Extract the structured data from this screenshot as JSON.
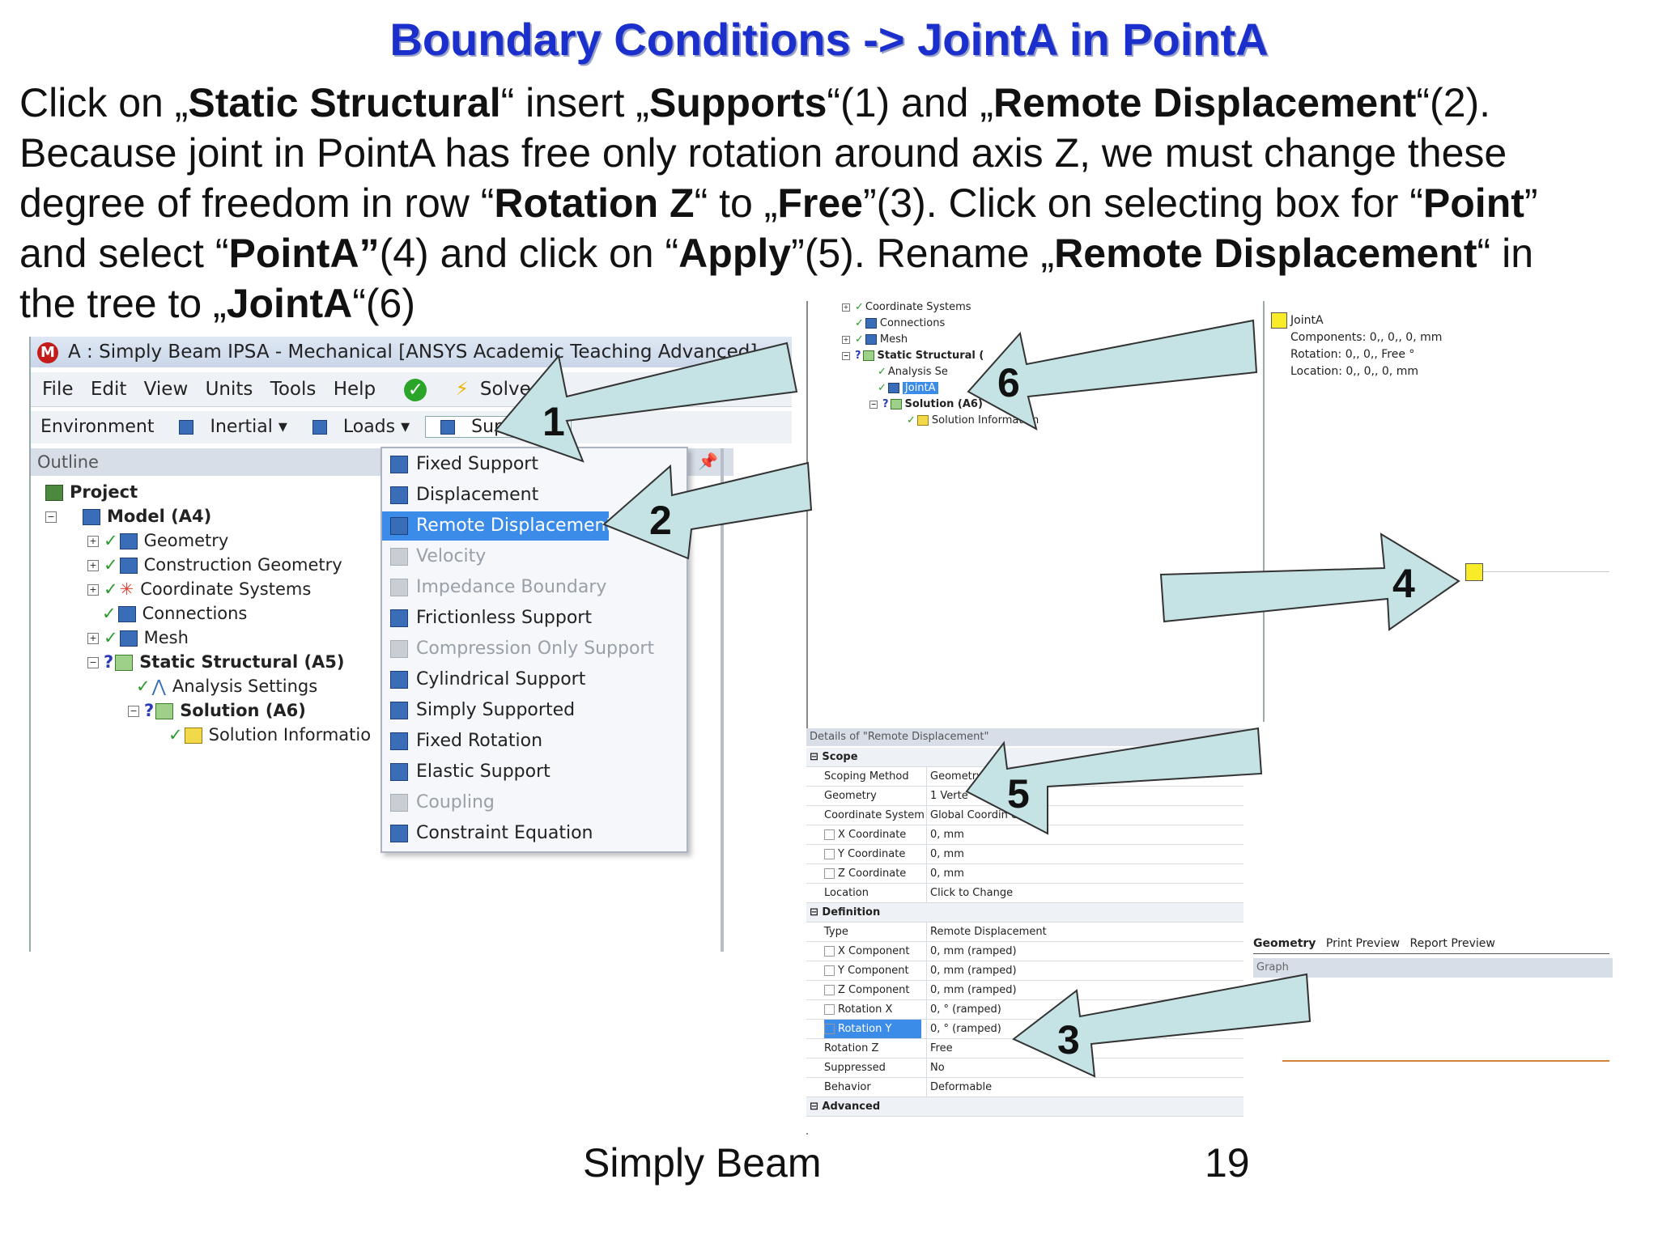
{
  "slide": {
    "title": "Boundary Conditions -> JointA in PointA",
    "footer": "Simply Beam",
    "page_number": "19"
  },
  "instructions": {
    "p1a": "Click on „",
    "p1b": "Static Structural",
    "p1c": "“ insert „",
    "p1d": "Supports",
    "p1e": "“(1) and „",
    "p1f": "Remote Displacement",
    "p1g": "“(2).",
    "p2": "Because joint in PointA has free only rotation around axis Z, we must change these",
    "p3a": "degree of freedom in row “",
    "p3b": "Rotation Z",
    "p3c": "“ to „",
    "p3d": "Free",
    "p3e": "”(3). Click on selecting box for “",
    "p3f": "Point",
    "p3g": "”",
    "p4a": "and select “",
    "p4b": "PointA”",
    "p4c": "(4) and click on “",
    "p4d": "Apply",
    "p4e": "”(5). Rename „",
    "p4f": "Remote  Displacement",
    "p4g": "“ in",
    "p5a": "the tree to „",
    "p5b": "JointA",
    "p5c": "“(6)"
  },
  "window": {
    "title": "A : Simply Beam IPSA - Mechanical [ANSYS Academic Teaching Advanced]",
    "menu": [
      "File",
      "Edit",
      "View",
      "Units",
      "Tools",
      "Help"
    ],
    "solve_label": "Solve",
    "context": [
      "Environment",
      "Inertial",
      "Loads",
      "Supports"
    ],
    "outline_label": "Outline"
  },
  "tree": {
    "project": "Project",
    "model": "Model (A4)",
    "geometry": "Geometry",
    "construction_geometry": "Construction Geometry",
    "coordinate_systems": "Coordinate Systems",
    "connections": "Connections",
    "mesh": "Mesh",
    "static_structural": "Static Structural (A5)",
    "analysis_settings": "Analysis Settings",
    "solution": "Solution (A6)",
    "solution_information": "Solution Informatio"
  },
  "supports_menu": [
    {
      "label": "Fixed Support",
      "enabled": true
    },
    {
      "label": "Displacement",
      "enabled": true
    },
    {
      "label": "Remote Displacement",
      "enabled": true,
      "selected": true
    },
    {
      "label": "Velocity",
      "enabled": false
    },
    {
      "label": "Impedance Boundary",
      "enabled": false
    },
    {
      "label": "Frictionless Support",
      "enabled": true
    },
    {
      "label": "Compression Only Support",
      "enabled": false
    },
    {
      "label": "Cylindrical Support",
      "enabled": true
    },
    {
      "label": "Simply Supported",
      "enabled": true
    },
    {
      "label": "Fixed Rotation",
      "enabled": true
    },
    {
      "label": "Elastic Support",
      "enabled": true
    },
    {
      "label": "Coupling",
      "enabled": false
    },
    {
      "label": "Constraint Equation",
      "enabled": true
    }
  ],
  "tree2": {
    "coordinate_systems": "Coordinate Systems",
    "connections": "Connections",
    "mesh": "Mesh",
    "static_structural": "Static Structural (",
    "analysis_settings": "Analysis Se",
    "jointa": "JointA",
    "solution": "Solution (A6)",
    "solution_information": "Solution Information"
  },
  "annotation": {
    "name": "JointA",
    "components": "Components: 0,, 0,, 0, mm",
    "rotation": "Rotation: 0,, 0,, Free °",
    "location": "Location: 0,, 0,, 0, mm"
  },
  "details": {
    "title": "Details of \"Remote Displacement\"",
    "rows": [
      {
        "key": "Scope",
        "value": "",
        "section": true
      },
      {
        "key": "Scoping Method",
        "value": "Geometry S"
      },
      {
        "key": "Geometry",
        "value": "1 Verte"
      },
      {
        "key": "Coordinate System",
        "value": "Global Coordin        em"
      },
      {
        "key": "X Coordinate",
        "value": "0, mm",
        "checkbox": true
      },
      {
        "key": "Y Coordinate",
        "value": "0, mm",
        "checkbox": true
      },
      {
        "key": "Z Coordinate",
        "value": "0, mm",
        "checkbox": true
      },
      {
        "key": "Location",
        "value": "Click to Change"
      },
      {
        "key": "Definition",
        "value": "",
        "section": true
      },
      {
        "key": "Type",
        "value": "Remote Displacement"
      },
      {
        "key": "X Component",
        "value": "0, mm  (ramped)",
        "checkbox": true
      },
      {
        "key": "Y Component",
        "value": "0, mm  (ramped)",
        "checkbox": true
      },
      {
        "key": "Z Component",
        "value": "0, mm  (ramped)",
        "checkbox": true
      },
      {
        "key": "Rotation X",
        "value": "0, °  (ramped)",
        "checkbox": true
      },
      {
        "key": "Rotation Y",
        "value": "0, °  (ramped)",
        "checkbox": true,
        "highlight": true
      },
      {
        "key": "Rotation Z",
        "value": "Free"
      },
      {
        "key": "Suppressed",
        "value": "No"
      },
      {
        "key": "Behavior",
        "value": "Deformable"
      },
      {
        "key": "Advanced",
        "value": "",
        "section": true
      }
    ]
  },
  "view_tabs": [
    "Geometry",
    "Print Preview",
    "Report Preview"
  ],
  "graph_label": "Graph",
  "arrow_numbers": [
    "1",
    "2",
    "3",
    "4",
    "5",
    "6"
  ],
  "colors": {
    "title": "#1b2fcc",
    "arrow_fill": "#c5e3e4",
    "selection": "#3b8be8",
    "marker": "#f7ec27"
  }
}
